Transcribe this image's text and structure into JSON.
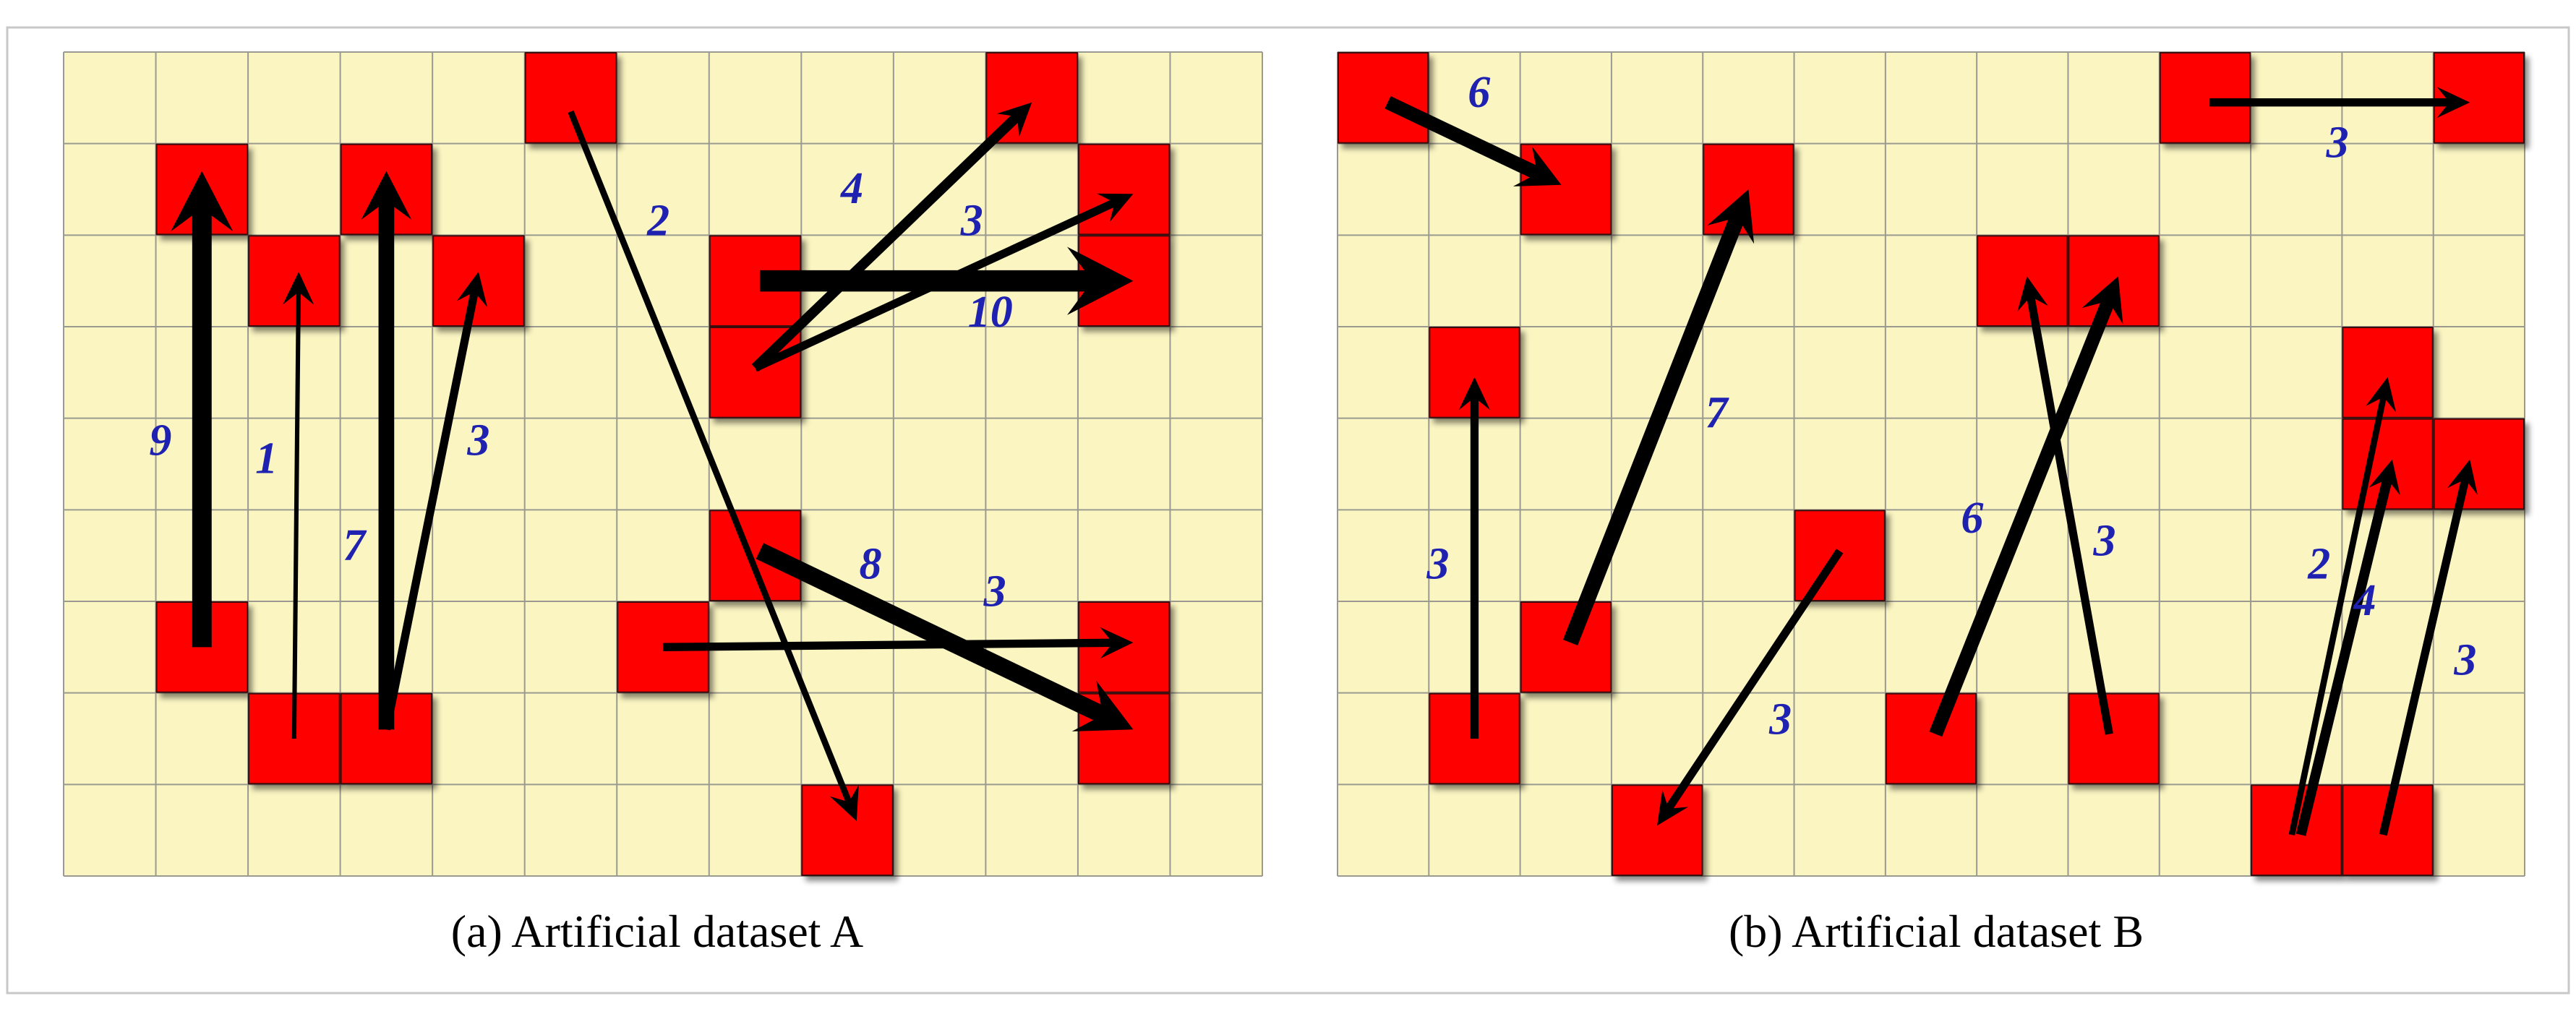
{
  "colors": {
    "grid_fill": "#FBF5C2",
    "grid_line": "#9A9A90",
    "cell": "#FF0000",
    "cell_edge": "#3A1010",
    "arrow": "#000000",
    "label": "#1F22B0",
    "frame": "#C8C8C8",
    "caption": "#222222"
  },
  "panels": [
    {
      "id": "a",
      "caption": "(a) Artificial dataset A",
      "cols": 13,
      "rows": 9,
      "cells": [
        [
          5,
          0
        ],
        [
          10,
          0
        ],
        [
          1,
          1
        ],
        [
          3,
          1
        ],
        [
          11,
          1
        ],
        [
          2,
          2
        ],
        [
          4,
          2
        ],
        [
          7,
          2
        ],
        [
          11,
          2
        ],
        [
          7,
          3
        ],
        [
          7,
          5
        ],
        [
          1,
          6
        ],
        [
          6,
          6
        ],
        [
          11,
          6
        ],
        [
          2,
          7
        ],
        [
          3,
          7
        ],
        [
          11,
          7
        ],
        [
          8,
          8
        ]
      ],
      "flows": [
        {
          "from": [
            1.5,
            6.5
          ],
          "to": [
            1.5,
            1.3
          ],
          "weight": 9,
          "label": "9",
          "label_at": [
            1.05,
            4.4
          ]
        },
        {
          "from": [
            2.5,
            7.5
          ],
          "to": [
            2.55,
            2.4
          ],
          "weight": 1,
          "label": "1",
          "label_at": [
            2.2,
            4.6
          ]
        },
        {
          "from": [
            3.5,
            7.4
          ],
          "to": [
            3.5,
            1.3
          ],
          "weight": 7,
          "label": "7",
          "label_at": [
            3.15,
            5.55
          ]
        },
        {
          "from": [
            3.5,
            7.4
          ],
          "to": [
            4.5,
            2.4
          ],
          "weight": 3,
          "label": "3",
          "label_at": [
            4.5,
            4.4
          ]
        },
        {
          "from": [
            5.5,
            0.65
          ],
          "to": [
            8.6,
            8.4
          ],
          "weight": 2,
          "label": "2",
          "label_at": [
            6.45,
            2.0
          ]
        },
        {
          "from": [
            7.5,
            3.45
          ],
          "to": [
            10.5,
            0.55
          ],
          "weight": 4,
          "label": "4",
          "label_at": [
            8.55,
            1.65
          ]
        },
        {
          "from": [
            7.5,
            3.45
          ],
          "to": [
            11.6,
            1.55
          ],
          "weight": 3,
          "label": "3",
          "label_at": [
            9.85,
            2.0
          ]
        },
        {
          "from": [
            7.55,
            2.5
          ],
          "to": [
            11.6,
            2.5
          ],
          "weight": 10,
          "label": "10",
          "label_at": [
            10.05,
            3.0
          ]
        },
        {
          "from": [
            7.55,
            5.45
          ],
          "to": [
            11.6,
            7.4
          ],
          "weight": 8,
          "label": "8",
          "label_at": [
            8.75,
            5.75
          ]
        },
        {
          "from": [
            6.5,
            6.5
          ],
          "to": [
            11.6,
            6.45
          ],
          "weight": 3,
          "label": "3",
          "label_at": [
            10.1,
            6.05
          ]
        }
      ]
    },
    {
      "id": "b",
      "caption": "(b) Artificial dataset B",
      "cols": 13,
      "rows": 9,
      "cells": [
        [
          0,
          0
        ],
        [
          9,
          0
        ],
        [
          12,
          0
        ],
        [
          2,
          1
        ],
        [
          4,
          1
        ],
        [
          7,
          2
        ],
        [
          8,
          2
        ],
        [
          1,
          3
        ],
        [
          11,
          3
        ],
        [
          11,
          4
        ],
        [
          12,
          4
        ],
        [
          5,
          5
        ],
        [
          2,
          6
        ],
        [
          1,
          7
        ],
        [
          6,
          7
        ],
        [
          8,
          7
        ],
        [
          3,
          8
        ],
        [
          10,
          8
        ],
        [
          11,
          8
        ]
      ],
      "flows": [
        {
          "from": [
            0.55,
            0.55
          ],
          "to": [
            2.45,
            1.45
          ],
          "weight": 6,
          "label": "6",
          "label_at": [
            1.55,
            0.6
          ]
        },
        {
          "from": [
            9.55,
            0.55
          ],
          "to": [
            12.4,
            0.55
          ],
          "weight": 3,
          "label": "3",
          "label_at": [
            10.95,
            1.15
          ]
        },
        {
          "from": [
            2.55,
            6.45
          ],
          "to": [
            4.5,
            1.5
          ],
          "weight": 7,
          "label": "7",
          "label_at": [
            4.15,
            4.1
          ]
        },
        {
          "from": [
            1.5,
            7.5
          ],
          "to": [
            1.5,
            3.55
          ],
          "weight": 3,
          "label": "3",
          "label_at": [
            1.1,
            5.75
          ]
        },
        {
          "from": [
            5.5,
            5.45
          ],
          "to": [
            3.5,
            8.45
          ],
          "weight": 3,
          "label": "3",
          "label_at": [
            4.85,
            7.45
          ]
        },
        {
          "from": [
            6.55,
            7.45
          ],
          "to": [
            8.55,
            2.45
          ],
          "weight": 6,
          "label": "6",
          "label_at": [
            6.95,
            5.25
          ]
        },
        {
          "from": [
            8.45,
            7.45
          ],
          "to": [
            7.55,
            2.45
          ],
          "weight": 3,
          "label": "3",
          "label_at": [
            8.4,
            5.5
          ]
        },
        {
          "from": [
            10.45,
            8.55
          ],
          "to": [
            11.5,
            3.55
          ],
          "weight": 2,
          "label": "2",
          "label_at": [
            10.75,
            5.75
          ]
        },
        {
          "from": [
            10.55,
            8.55
          ],
          "to": [
            11.55,
            4.45
          ],
          "weight": 4,
          "label": "4",
          "label_at": [
            11.25,
            6.15
          ]
        },
        {
          "from": [
            11.45,
            8.55
          ],
          "to": [
            12.4,
            4.45
          ],
          "weight": 3,
          "label": "3",
          "label_at": [
            12.35,
            6.8
          ]
        }
      ]
    }
  ]
}
